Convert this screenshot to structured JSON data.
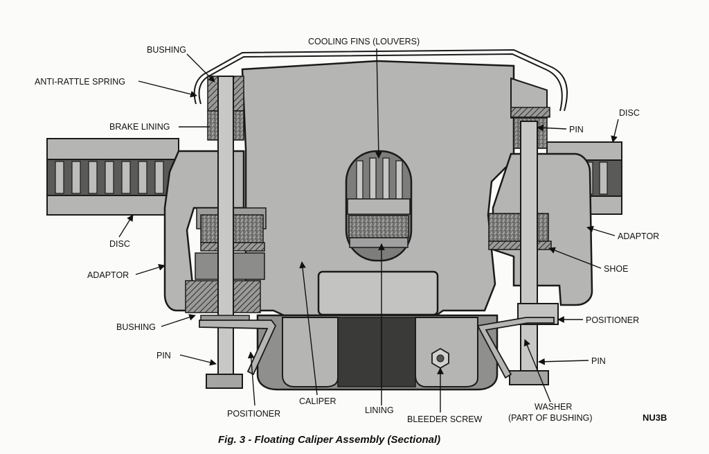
{
  "labels": {
    "cooling_fins": "COOLING FINS (LOUVERS)",
    "bushing_top": "BUSHING",
    "anti_rattle_spring": "ANTI-RATTLE SPRING",
    "brake_lining": "BRAKE LINING",
    "disc_left": "DISC",
    "adaptor_left": "ADAPTOR",
    "bushing_bottom": "BUSHING",
    "pin_left": "PIN",
    "positioner_left": "POSITIONER",
    "caliper": "CALIPER",
    "lining": "LINING",
    "bleeder_screw": "BLEEDER SCREW",
    "washer_line1": "WASHER",
    "washer_line2": "(PART OF BUSHING)",
    "pin_right_bottom": "PIN",
    "positioner_right": "POSITIONER",
    "shoe": "SHOE",
    "adaptor_right": "ADAPTOR",
    "disc_right": "DISC",
    "pin_right_top": "PIN"
  },
  "figure_code": "NU3B",
  "caption": "Fig. 3 - Floating Caliper Assembly (Sectional)",
  "colors": {
    "body": "#b5b5b3",
    "body_dark": "#8c8c8a",
    "outline": "#1a1a1a",
    "lining": "#6f6f6d",
    "background": "#fbfbfa"
  }
}
